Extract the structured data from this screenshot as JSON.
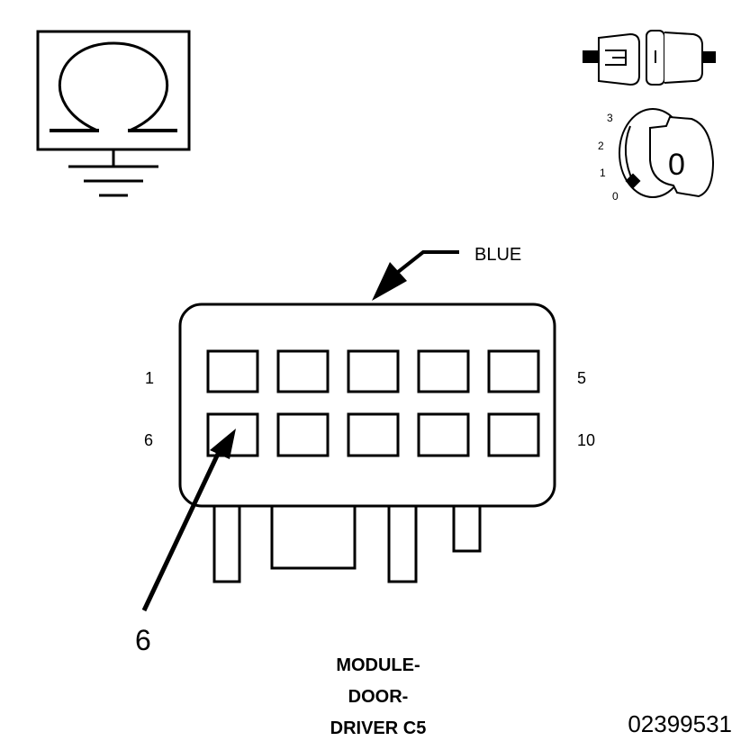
{
  "ohmmeter": {
    "symbol": "Ω"
  },
  "ignition": {
    "positions": [
      "3",
      "2",
      "1",
      "0"
    ],
    "key_label": "0"
  },
  "connector": {
    "color_label": "BLUE",
    "pin_labels": {
      "top_left": "1",
      "top_right": "5",
      "bottom_left": "6",
      "bottom_right": "10"
    },
    "callout": "6",
    "name_lines": [
      "MODULE-",
      "DOOR-",
      "DRIVER C5"
    ]
  },
  "figure_id": "02399531"
}
